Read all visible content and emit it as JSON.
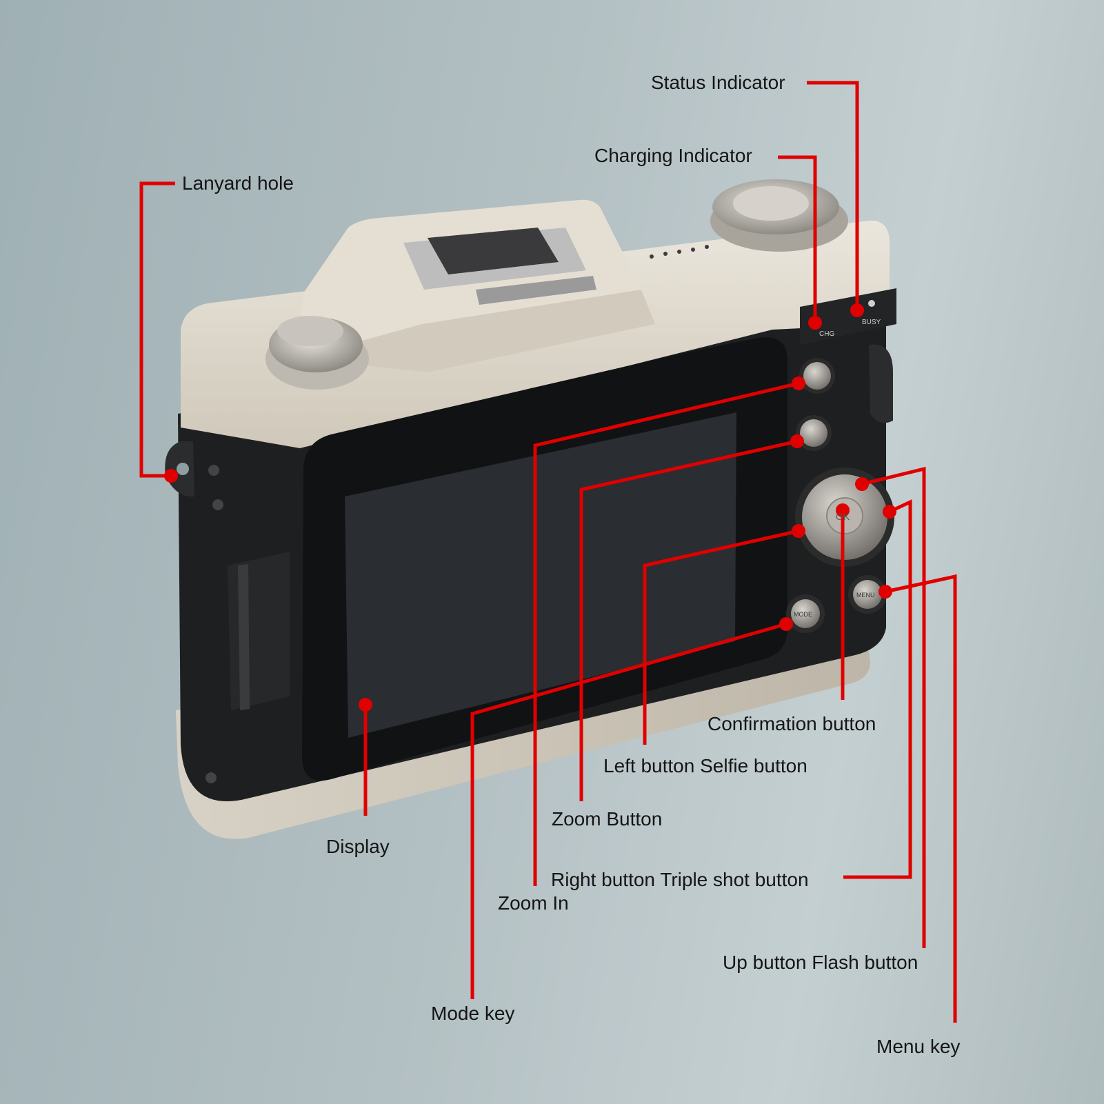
{
  "labels": {
    "status_indicator": "Status Indicator",
    "charging_indicator": "Charging Indicator",
    "lanyard_hole": "Lanyard hole",
    "confirmation_button": "Confirmation button",
    "left_button": "Left button Selfie button",
    "zoom_button": "Zoom Button",
    "display": "Display",
    "right_button": "Right button Triple shot button",
    "zoom_in": "Zoom In",
    "up_button": "Up button Flash button",
    "mode_key": "Mode key",
    "menu_key": "Menu key"
  },
  "camera_marks": {
    "chg": "CHG",
    "busy": "BUSY",
    "ok": "OK",
    "mode": "MODE",
    "menu": "MENU"
  },
  "colors": {
    "leader_line": "#e00000",
    "body_silver": "#d9d2c5",
    "body_black": "#1e1f21",
    "screen": "#2a2d31"
  }
}
